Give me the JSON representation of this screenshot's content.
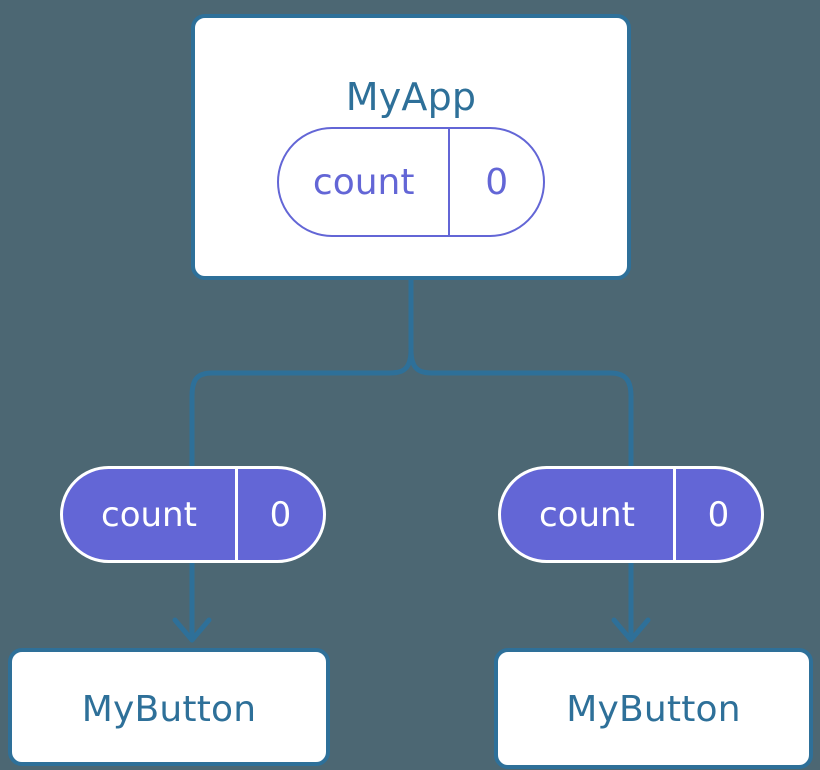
{
  "diagram": {
    "title_semantic": "react-component-state-tree",
    "background_color": "#4c6773",
    "accent_border_color": "#2e7099",
    "accent_text_color": "#2e7099",
    "state_color": "#6366d6",
    "state_text_on_fill": "#ffffff",
    "connector_color": "#2e7099"
  },
  "root": {
    "label": "MyApp",
    "state": {
      "key": "count",
      "value": "0"
    }
  },
  "branches": [
    {
      "state": {
        "key": "count",
        "value": "0"
      },
      "child": {
        "label": "MyButton"
      }
    },
    {
      "state": {
        "key": "count",
        "value": "0"
      },
      "child": {
        "label": "MyButton"
      }
    }
  ]
}
